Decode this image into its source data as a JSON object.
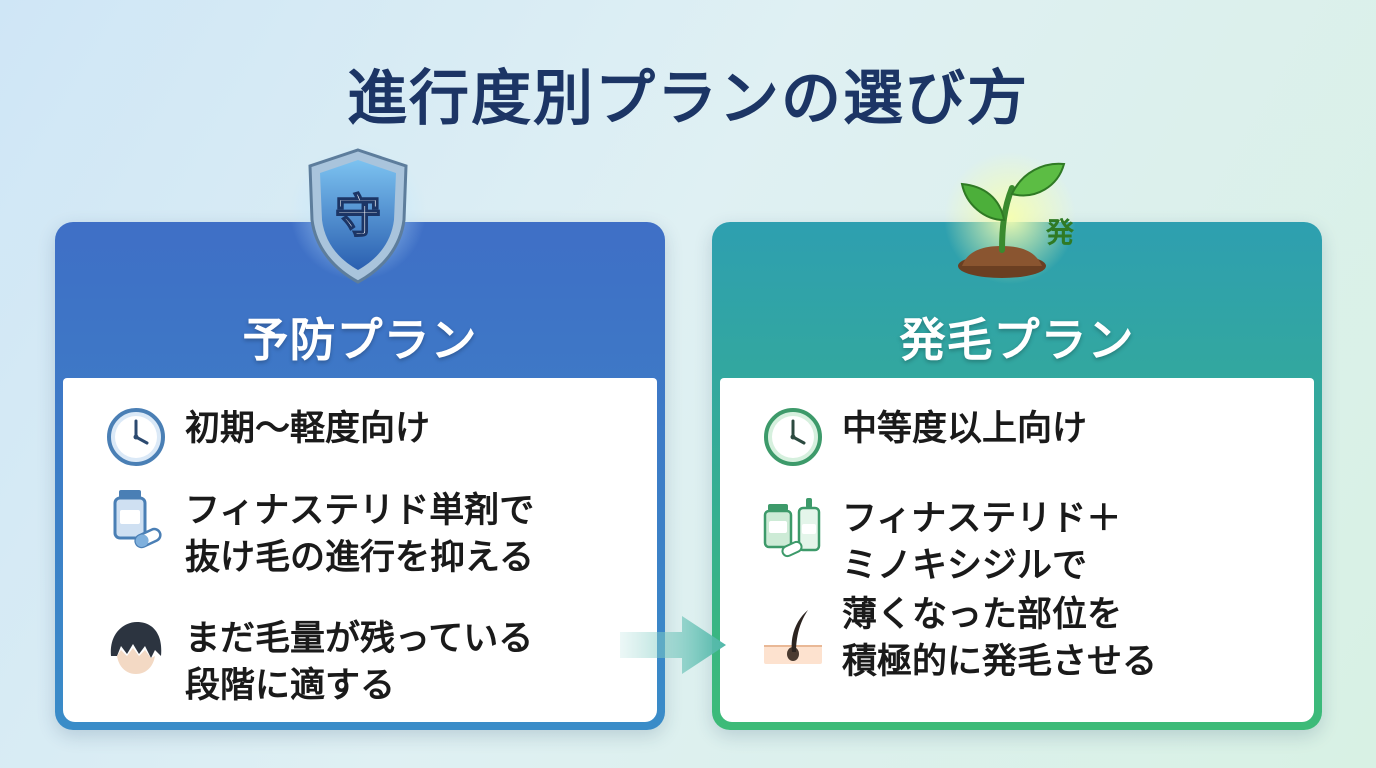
{
  "title": "進行度別プランの選び方",
  "prevention_plan": {
    "badge_char": "守",
    "title": "予防プラン",
    "items": [
      {
        "icon": "clock-icon",
        "lines": [
          "初期〜軽度向け"
        ]
      },
      {
        "icon": "medicine-bottle-icon",
        "lines": [
          "フィナステリド単剤で",
          "抜け毛の進行を抑える"
        ]
      },
      {
        "icon": "hair-icon",
        "lines": [
          "まだ毛量が残っている",
          "段階に適する"
        ]
      }
    ]
  },
  "growth_plan": {
    "badge_char": "発",
    "title": "発毛プラン",
    "items": [
      {
        "icon": "clock-icon",
        "lines": [
          "中等度以上向け"
        ]
      },
      {
        "icon": "medicine-bottles-icon",
        "lines": [
          "フィナステリド＋",
          "ミノキシジルで"
        ]
      },
      {
        "icon": "hair-follicle-icon",
        "lines": [
          "薄くなった部位を",
          "積極的に発毛させる"
        ]
      }
    ]
  },
  "colors": {
    "title": "#1c3565",
    "blue_card": "#3f6fc6",
    "green_card": "#3dbb78"
  }
}
